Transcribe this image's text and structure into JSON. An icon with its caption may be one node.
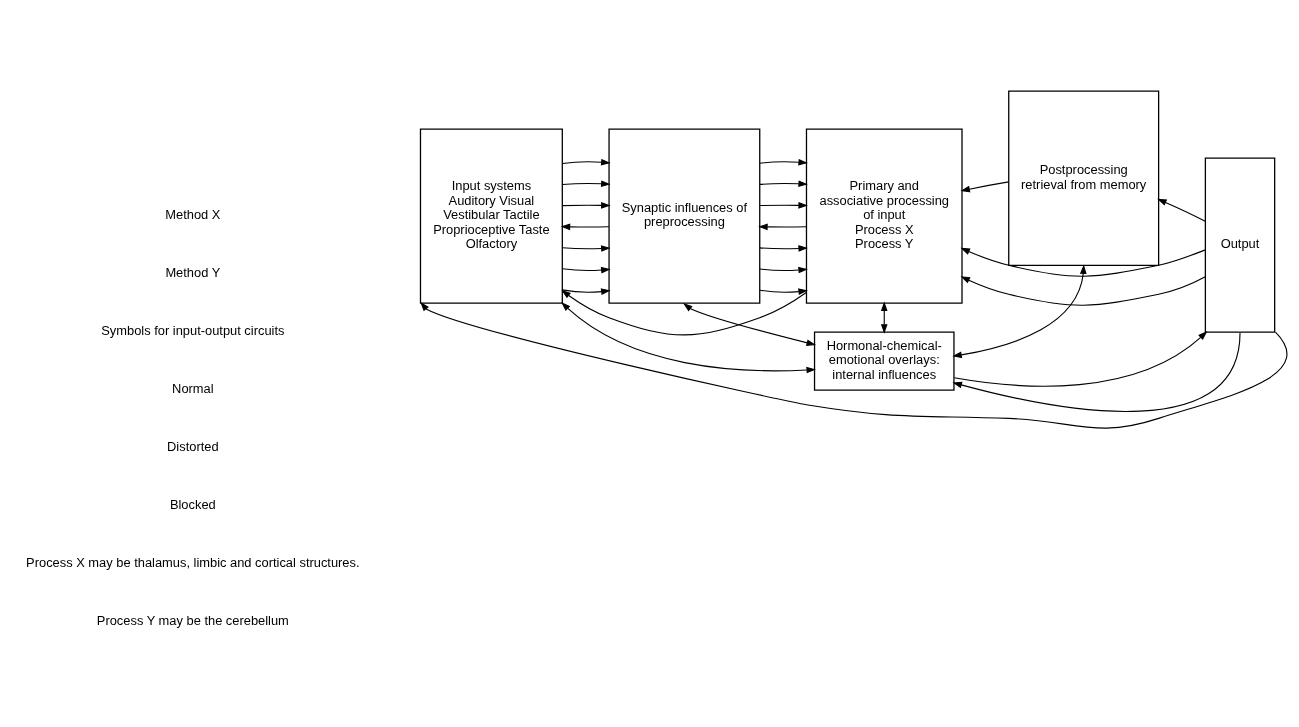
{
  "diagram": {
    "nodes": [
      {
        "text": [
          "Input systems",
          "Auditory Visual Vestibular Tactile Proprioceptive Taste Olfactory"
        ]
      },
      {
        "text": [
          "Synaptic influences of preprocessing"
        ]
      },
      {
        "text": [
          "Primary and associative processing of input",
          "Process X",
          "Process Y"
        ]
      },
      {
        "text": [
          "Postprocessing retrieval from memory"
        ]
      },
      {
        "text": [
          "Output"
        ]
      },
      {
        "text": [
          "Hormonal-chemical-emotional overlays: internal influences"
        ]
      }
    ],
    "edges": [
      {
        "from": 0,
        "to": 1,
        "arrow": "to"
      },
      {
        "from": 0,
        "to": 1,
        "arrow": "to"
      },
      {
        "from": 0,
        "to": 1,
        "arrow": "to"
      },
      {
        "from": 1,
        "to": 0,
        "arrow": "to"
      },
      {
        "from": 2,
        "to": 0,
        "arrow": "to"
      },
      {
        "from": 0,
        "to": 1,
        "arrow": "to"
      },
      {
        "from": 0,
        "to": 1,
        "arrow": "to"
      },
      {
        "from": 0,
        "to": 1,
        "arrow": "to"
      },
      {
        "from": 1,
        "to": 2,
        "arrow": "to"
      },
      {
        "from": 1,
        "to": 2,
        "arrow": "to"
      },
      {
        "from": 1,
        "to": 2,
        "arrow": "to"
      },
      {
        "from": 2,
        "to": 1,
        "arrow": "to"
      },
      {
        "from": 1,
        "to": 2,
        "arrow": "to"
      },
      {
        "from": 1,
        "to": 2,
        "arrow": "to"
      },
      {
        "from": 1,
        "to": 2,
        "arrow": "to"
      },
      {
        "from": 4,
        "to": 2,
        "arrow": "to"
      },
      {
        "from": 4,
        "to": 3,
        "arrow": "to"
      },
      {
        "from": 3,
        "to": 2,
        "arrow": "to"
      },
      {
        "from": 4,
        "to": 2,
        "arrow": "to"
      },
      {
        "from": 1,
        "to": 5,
        "arrow": "both"
      },
      {
        "from": 0,
        "to": 5,
        "arrow": "both"
      },
      {
        "from": 2,
        "to": 5,
        "arrow": "both"
      },
      {
        "from": 3,
        "to": 5,
        "arrow": "both"
      },
      {
        "from": 5,
        "to": 4,
        "arrow": "to"
      },
      {
        "from": 4,
        "to": 5,
        "arrow": "to"
      },
      {
        "from": 4,
        "to": 0,
        "arrow": "to"
      }
    ],
    "labels": [
      "Method X",
      "Method Y",
      "Symbols for input-output circuits",
      "Process X may be thalamus, limbic and cortical structures.",
      "Process Y may be the cerebellum"
    ],
    "legend": [
      {
        "text": "Normal"
      },
      {
        "text": "Distorted"
      },
      {
        "text": "Blocked"
      }
    ]
  }
}
